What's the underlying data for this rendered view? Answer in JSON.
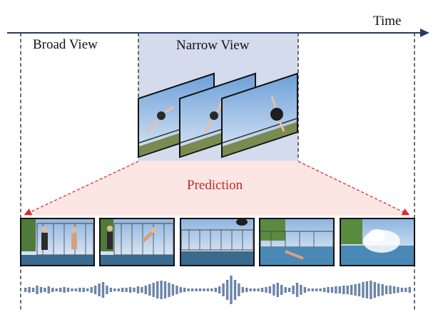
{
  "labels": {
    "time": "Time",
    "broad_view": "Broad View",
    "narrow_view": "Narrow View",
    "prediction": "Prediction"
  },
  "colors": {
    "timeline": "#2a3a66",
    "narrow_bg": "#d3dbec",
    "prediction_fan": "#fbe6e4",
    "prediction_arrow": "#d32f2f",
    "waveform": "#6b84a8",
    "frame_border": "#111111"
  },
  "scene": {
    "narrow_frames": [
      "narrow-frame-1",
      "narrow-frame-2",
      "narrow-frame-3"
    ],
    "broad_frames": [
      "broad-frame-1",
      "broad-frame-2",
      "broad-frame-3",
      "broad-frame-4",
      "broad-frame-5"
    ]
  }
}
